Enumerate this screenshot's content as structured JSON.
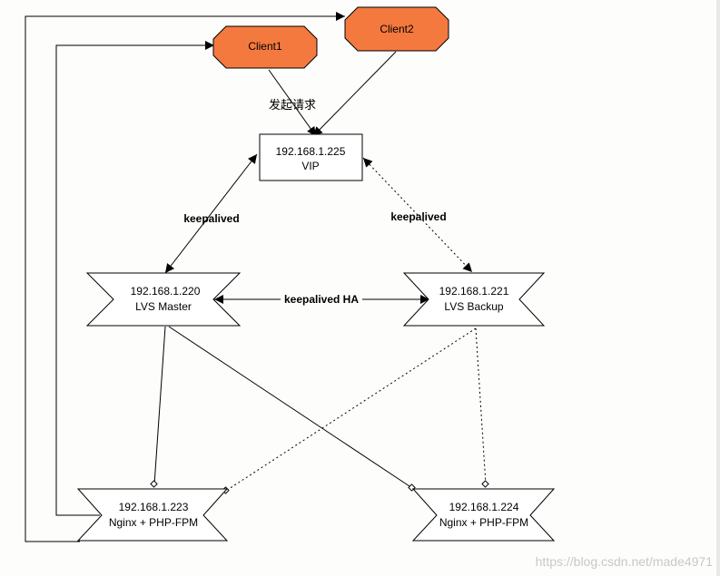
{
  "nodes": {
    "client1": {
      "label": "Client1"
    },
    "client2": {
      "label": "Client2"
    },
    "vip": {
      "ip": "192.168.1.225",
      "name": "VIP"
    },
    "lvs_master": {
      "ip": "192.168.1.220",
      "name": "LVS Master"
    },
    "lvs_backup": {
      "ip": "192.168.1.221",
      "name": "LVS Backup"
    },
    "web1": {
      "ip": "192.168.1.223",
      "name": "Nginx + PHP-FPM"
    },
    "web2": {
      "ip": "192.168.1.224",
      "name": "Nginx + PHP-FPM"
    }
  },
  "edge_labels": {
    "request": "发起请求",
    "keepalived_master": "keepalived",
    "keepalived_backup": "keepalived",
    "keepalived_ha": "keepalived HA"
  },
  "watermark": "https://blog.csdn.net/made4971",
  "colors": {
    "client_fill": "#f4793f",
    "line": "#000000"
  }
}
